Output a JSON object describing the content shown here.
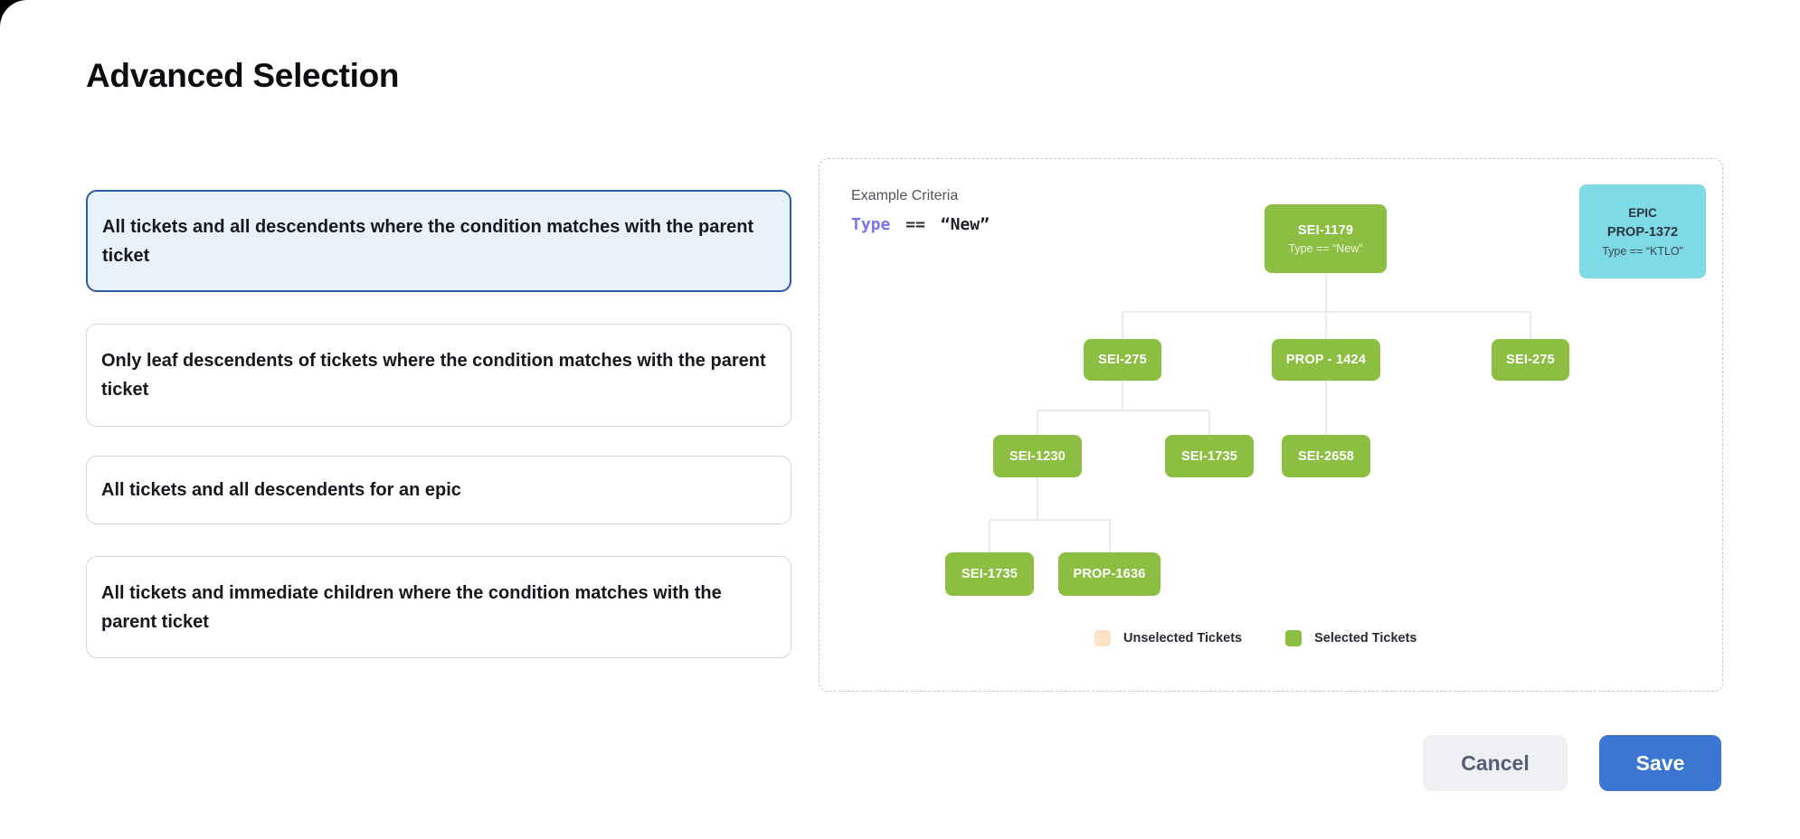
{
  "page": {
    "title": "Advanced Selection"
  },
  "options": [
    {
      "label": "All tickets and all descendents where the condition matches with the parent ticket",
      "selected": true
    },
    {
      "label": "Only leaf descendents of tickets where the condition matches with the parent ticket",
      "selected": false
    },
    {
      "label": "All tickets and all descendents for an epic",
      "selected": false
    },
    {
      "label": "All tickets and immediate children where the condition matches with the parent ticket",
      "selected": false
    }
  ],
  "example": {
    "heading": "Example Criteria",
    "field": "Type",
    "operator": "==",
    "value": "“New”"
  },
  "epic_card": {
    "type_label": "EPIC",
    "id": "PROP-1372",
    "condition": "Type == “KTLO”"
  },
  "tree": {
    "nodes": [
      {
        "label": "SEI-1179",
        "subtitle": "Type == “New”"
      },
      {
        "label": "SEI-275"
      },
      {
        "label": "PROP - 1424"
      },
      {
        "label": "SEI-275"
      },
      {
        "label": "SEI-1230"
      },
      {
        "label": "SEI-1735"
      },
      {
        "label": "SEI-2658"
      },
      {
        "label": "SEI-1735"
      },
      {
        "label": "PROP-1636"
      }
    ]
  },
  "legend": [
    {
      "label": "Unselected Tickets",
      "color": "#fbe2c9"
    },
    {
      "label": "Selected Tickets",
      "color": "#8cbe42"
    }
  ],
  "actions": {
    "cancel_label": "Cancel",
    "save_label": "Save"
  },
  "colors": {
    "selected_node": "#8cbe42",
    "unselected_node": "#fbe2c9",
    "epic_node": "#7edbe6",
    "selected_card_border": "#2b5ca6",
    "selected_card_bg": "#e9f2fb",
    "save_button": "#3a76d2",
    "criteria_field": "#7b74f2"
  }
}
